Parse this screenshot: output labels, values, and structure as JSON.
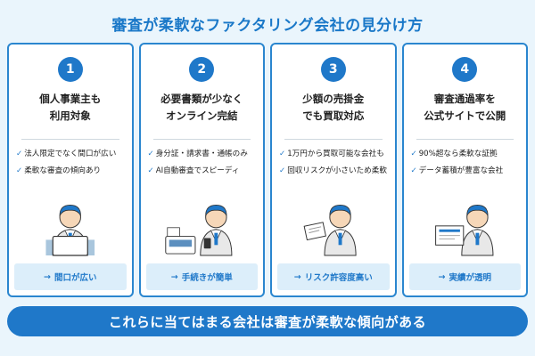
{
  "title": "審査が柔軟なファクタリング会社の見分け方",
  "cards": [
    {
      "number": "1",
      "heading_line1": "個人事業主も",
      "heading_line2": "利用対象",
      "points": [
        "法人限定でなく間口が広い",
        "柔軟な審査の傾向あり"
      ],
      "footer": "間口が広い",
      "illustration": "person-laptop-icon"
    },
    {
      "number": "2",
      "heading_line1": "必要書類が少なく",
      "heading_line2": "オンライン完結",
      "points": [
        "身分証・請求書・通帳のみ",
        "AI自動審査でスピーディ"
      ],
      "footer": "手続きが簡単",
      "illustration": "person-smartphone-icon"
    },
    {
      "number": "3",
      "heading_line1": "少額の売掛金",
      "heading_line2": "でも買取対応",
      "points": [
        "1万円から買取可能な会社も",
        "回収リスクが小さいため柔軟"
      ],
      "footer": "リスク許容度高い",
      "illustration": "person-document-icon"
    },
    {
      "number": "4",
      "heading_line1": "審査通過率を",
      "heading_line2": "公式サイトで公開",
      "points": [
        "90%超なら柔軟な証拠",
        "データ蓄積が豊富な会社"
      ],
      "footer": "実績が透明",
      "illustration": "person-certificate-icon"
    }
  ],
  "check_mark": "✓",
  "arrow": "→",
  "banner": "これらに当てはまる会社は審査が柔軟な傾向がある",
  "colors": {
    "accent": "#1f78c9",
    "background": "#eaf5fc",
    "footer_bg": "#dceefa"
  }
}
